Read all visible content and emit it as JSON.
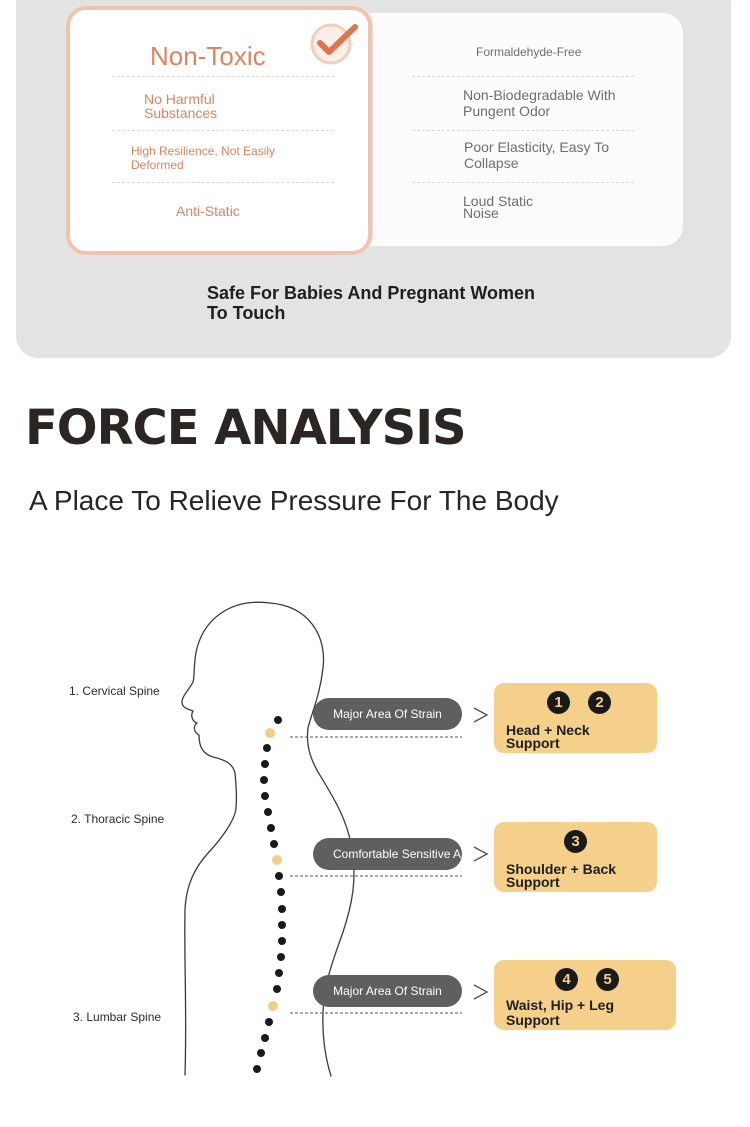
{
  "comparison": {
    "left": {
      "title": "Non-Toxic",
      "item1": [
        "No Harmful",
        "Substances"
      ],
      "item2": [
        "High Resilience, Not Easily",
        "Deformed"
      ],
      "item3": "Anti-Static"
    },
    "right": {
      "title": "Formaldehyde-Free",
      "item1": [
        "Non-Biodegradable With",
        "Pungent Odor"
      ],
      "item2": [
        "Poor Elasticity, Easy To",
        "Collapse"
      ],
      "item3": [
        "Loud Static",
        "Noise"
      ]
    },
    "safe_text": [
      "Safe For Babies And Pregnant Women",
      "To Touch"
    ],
    "icons": [
      "check-icon"
    ]
  },
  "force": {
    "title": "FORCE ANALYSIS",
    "subtitle": "A Place To Relieve Pressure For The Body"
  },
  "diagram": {
    "spine_labels": [
      "1. Cervical Spine",
      "2. Thoracic Spine",
      "3. Lumbar Spine"
    ],
    "pills": [
      "Major Area Of Strain",
      "Comfortable Sensitive Area",
      "Major Area Of Strain"
    ],
    "supports": [
      {
        "numbers": [
          "1",
          "2"
        ],
        "lines": [
          "Head + Neck",
          "Support"
        ]
      },
      {
        "numbers": [
          "3"
        ],
        "lines": [
          "Shoulder + Back",
          "Support"
        ]
      },
      {
        "numbers": [
          "4",
          "5"
        ],
        "lines": [
          "Waist, Hip + Leg",
          "Support"
        ]
      }
    ],
    "colors": {
      "accent": "#f4d08a",
      "pill": "#5f5f5f",
      "spine_dot": "#1a1a1a",
      "spine_highlight": "#f0cf87"
    }
  }
}
